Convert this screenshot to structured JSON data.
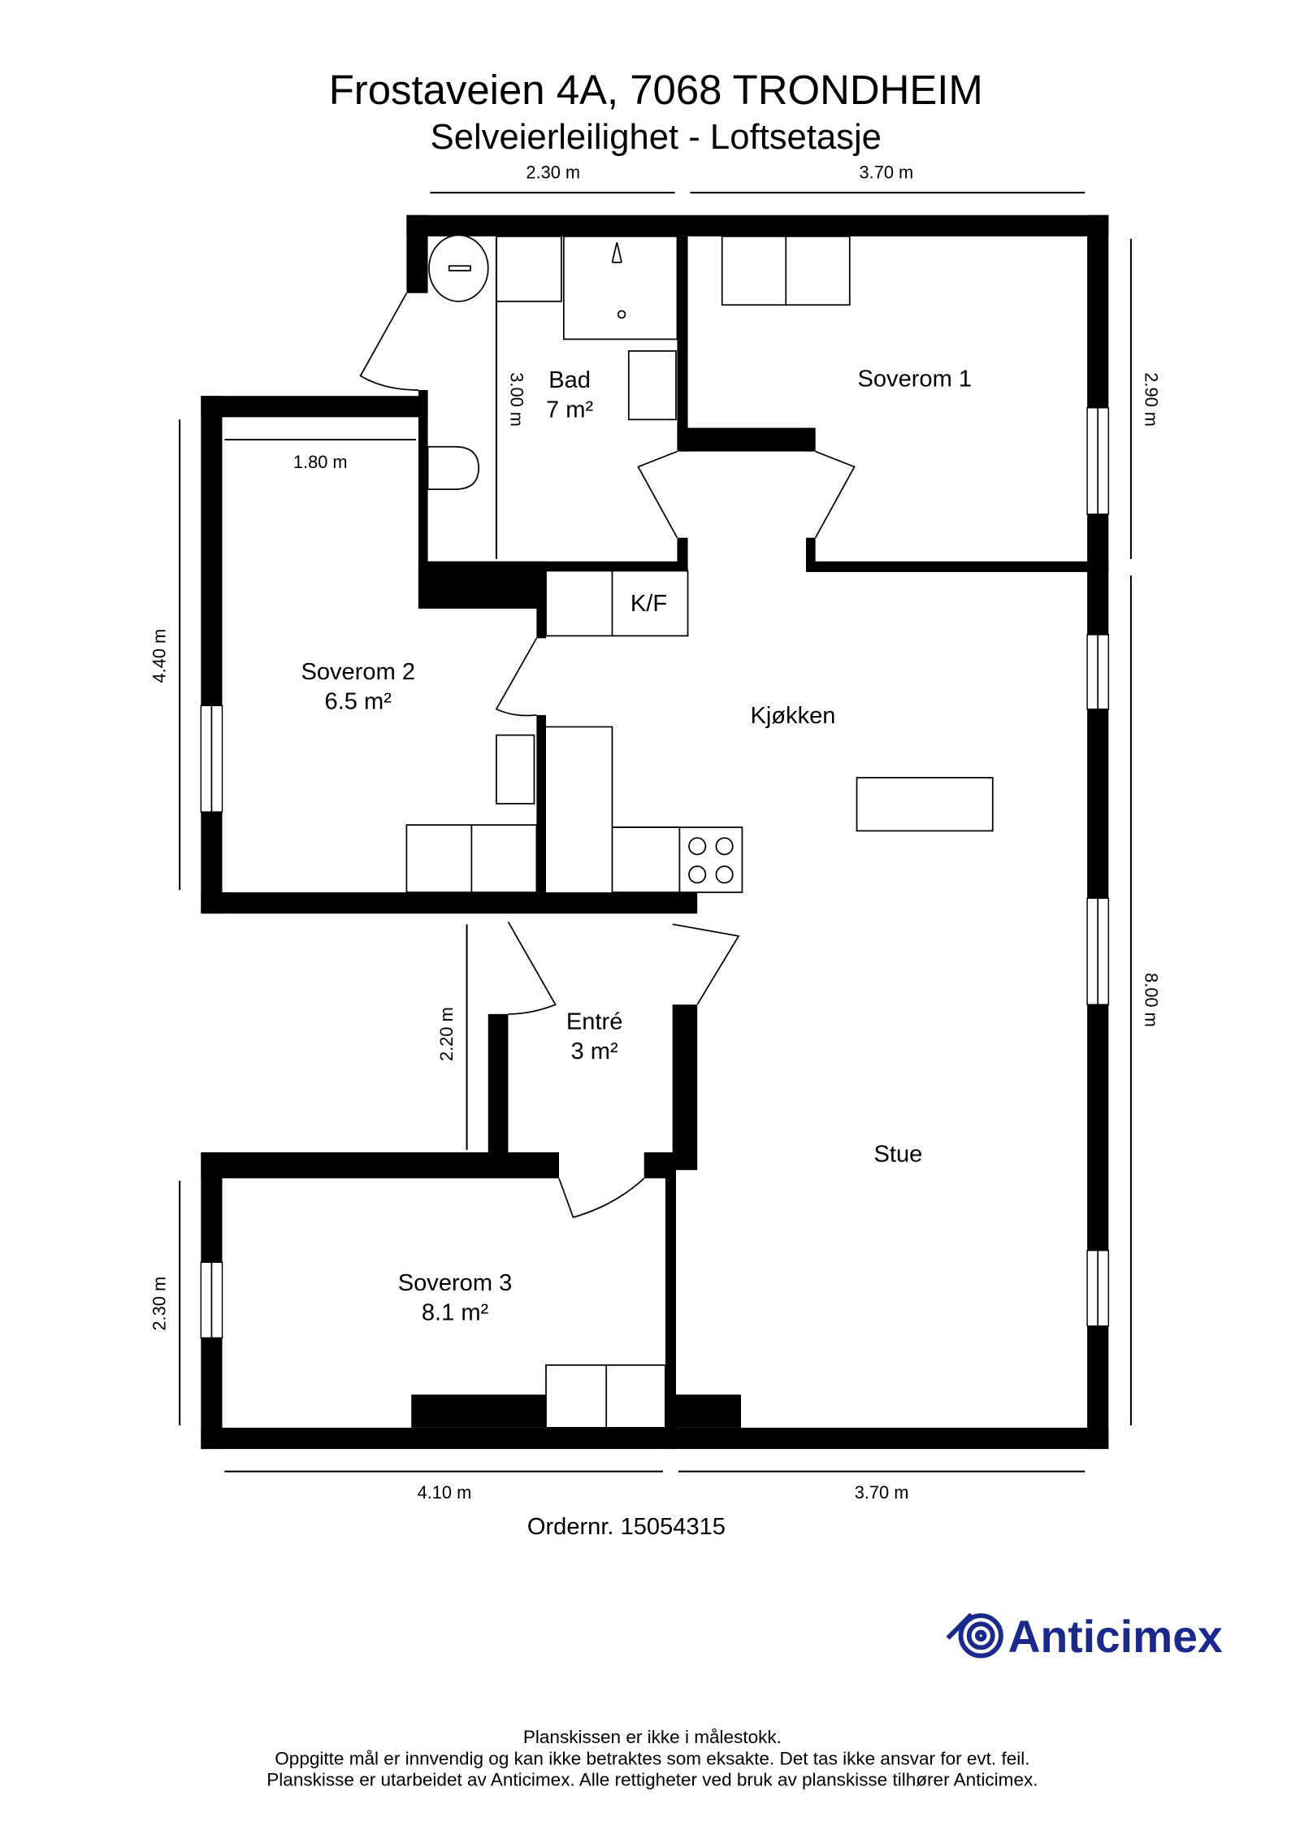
{
  "header": {
    "title": "Frostaveien 4A, 7068 TRONDHEIM",
    "subtitle": "Selveierleilighet - Loftsetasje"
  },
  "rooms": {
    "bad": {
      "name": "Bad",
      "area": "7 m²"
    },
    "soverom1": {
      "name": "Soverom 1"
    },
    "soverom2": {
      "name": "Soverom 2",
      "area": "6.5 m²"
    },
    "soverom3": {
      "name": "Soverom 3",
      "area": "8.1 m²"
    },
    "kjokken": {
      "name": "Kjøkken"
    },
    "kf": {
      "name": "K/F"
    },
    "entre": {
      "name": "Entré",
      "area": "3 m²"
    },
    "stue": {
      "name": "Stue"
    }
  },
  "dimensions": {
    "top_left": "2.30 m",
    "top_right": "3.70 m",
    "right_top": "2.90 m",
    "right_bottom": "8.00 m",
    "left_top": "4.40 m",
    "left_bottom": "2.30 m",
    "bath_height": "3.00 m",
    "sov2_width": "1.80 m",
    "entre_height": "2.20 m",
    "bottom_left": "4.10 m",
    "bottom_right": "3.70 m"
  },
  "order": "Ordernr. 15054315",
  "logo": {
    "text": "Anticimex",
    "color": "#1a2a8c"
  },
  "footer": [
    "Planskissen er ikke i målestokk.",
    "Oppgitte mål er innvendig og kan ikke betraktes som eksakte. Det tas ikke ansvar for evt. feil.",
    "Planskisse er utarbeidet av Anticimex. Alle rettigheter ved bruk av planskisse tilhører Anticimex."
  ]
}
